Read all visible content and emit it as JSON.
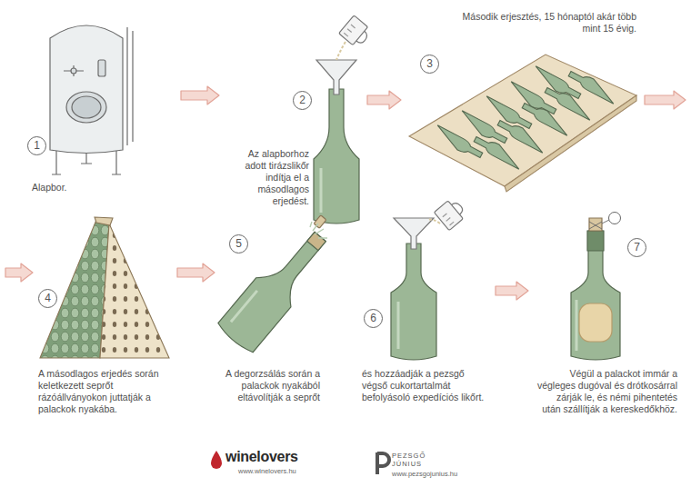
{
  "diagram": {
    "nodes": [
      {
        "text": [
          "1",
          "Alapbor."
        ]
      },
      {
        "text": [
          "2",
          "Az alapborhoz adott tirázslikőr indítja el a másodlagos erjedést."
        ]
      },
      {
        "text": [
          "3",
          "Második erjesztés, 15 hónaptól akár több mint 15 évig."
        ]
      },
      {
        "text": [
          "4",
          "A másodlagos erjedés során keletkezett seprőt rázóállványokon juttatják a palackok nyakába."
        ]
      },
      {
        "text": [
          "5",
          "A degorzsálás során a palackok nyakából eltávolítják a seprőt"
        ]
      },
      {
        "text": [
          "6",
          "és hozzáadják a pezsgő végső cukortartalmát befolyásoló expedíciós likőrt."
        ]
      },
      {
        "text": [
          "7",
          "Végül a palackot immár a végleges dugóval és drótkosárral zárják le, és némi pihentetés után szállítják a kereskedőkhöz."
        ]
      }
    ],
    "edges": [
      {
        "from": 0,
        "to": 1,
        "arrow": "to"
      },
      {
        "from": 1,
        "to": 2,
        "arrow": "to"
      },
      {
        "from": 2,
        "to": 3,
        "arrow": "to"
      },
      {
        "from": 3,
        "to": 4,
        "arrow": "to"
      },
      {
        "from": 5,
        "to": 6,
        "arrow": "to"
      }
    ],
    "labels": [
      "winelovers",
      "www.winelovers.hu",
      "PEZSGŐ",
      "JÚNIUS",
      "www.pezsgojunius.hu"
    ]
  }
}
